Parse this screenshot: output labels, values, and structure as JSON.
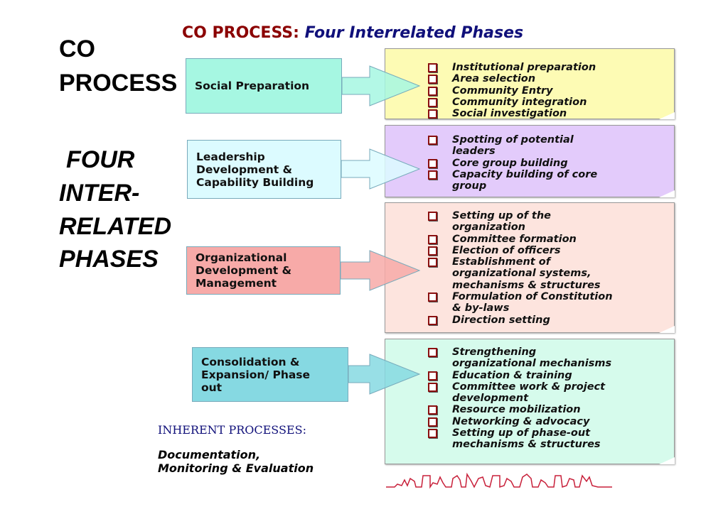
{
  "side_title": [
    "CO",
    "PROCESS"
  ],
  "side_subtitle": [
    "FOUR",
    "INTER-",
    "RELATED",
    "PHASES"
  ],
  "title": {
    "part1": "CO PROCESS:",
    "part2": "Four Interrelated Phases"
  },
  "phases": [
    {
      "label": "Social Preparation",
      "color": "#a6f7e2",
      "items": [
        "Institutional preparation",
        "Area selection",
        "Community Entry",
        "Community integration",
        "Social investigation"
      ],
      "card_color": "#fdfbb4"
    },
    {
      "label": "Leadership Development & Capability Building",
      "color": "#dcfbff",
      "items": [
        "Spotting of potential\nleaders",
        "Core group building",
        "Capacity building of core\ngroup"
      ],
      "card_color": "#e3cbfb"
    },
    {
      "label": "Organizational Development & Management",
      "color": "#f7aaa8",
      "items": [
        "Setting up of the\norganization",
        "Committee formation",
        "Election of officers",
        "Establishment of\norganizational systems,\nmechanisms & structures",
        "Formulation of Constitution\n& by-laws",
        "Direction setting"
      ],
      "card_color": "#fde4de"
    },
    {
      "label": "Consolidation & Expansion/ Phase out",
      "color": "#86d9e2",
      "items": [
        "Strengthening\norganizational mechanisms",
        "Education & training",
        "Committee work & project\ndevelopment",
        "Resource mobilization",
        "Networking & advocacy",
        "Setting up of phase-out\nmechanisms & structures"
      ],
      "card_color": "#d6fbec"
    }
  ],
  "inherent": {
    "heading": "INHERENT PROCESSES:",
    "text1": "Documentation,",
    "text2": "Monitoring & Evaluation"
  }
}
